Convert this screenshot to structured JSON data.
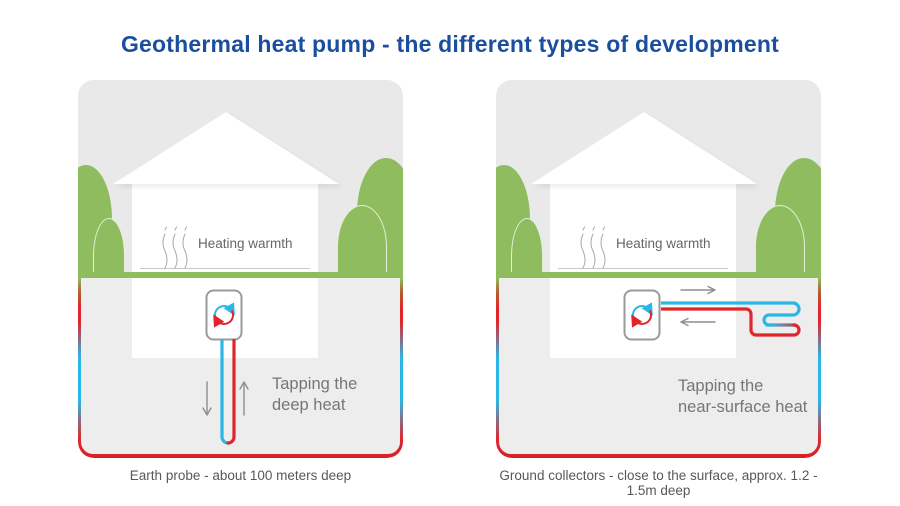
{
  "title": "Geothermal heat pump - the different types of development",
  "panels": {
    "left": {
      "house_label": "Heating warmth",
      "tapping_line1": "Tapping the",
      "tapping_line2": "deep heat",
      "caption": "Earth probe - about 100 meters deep"
    },
    "right": {
      "house_label": "Heating warmth",
      "tapping_line1": "Tapping the",
      "tapping_line2": "near-surface heat",
      "caption": "Ground collectors - close to the surface, approx. 1.2 - 1.5m deep"
    }
  },
  "icons": {
    "heat_pump": "cycle-arrows-icon",
    "heat_emission": "heat-waves-icon",
    "probe_flow_down": "down-arrow-icon",
    "probe_flow_up": "up-arrow-icon",
    "collector_flow_out": "right-arrow-icon",
    "collector_flow_return": "left-arrow-icon"
  },
  "colors": {
    "title_blue": "#1b4f9e",
    "panel_background": "#e9e9e9",
    "underground_background": "#ededed",
    "grass_green": "#8fbc5f",
    "hot_red": "#e0262c",
    "cold_blue": "#2bb7e5",
    "transition_purple": "#7b7f9e",
    "label_gray": "#767676",
    "caption_gray": "#57585b"
  }
}
